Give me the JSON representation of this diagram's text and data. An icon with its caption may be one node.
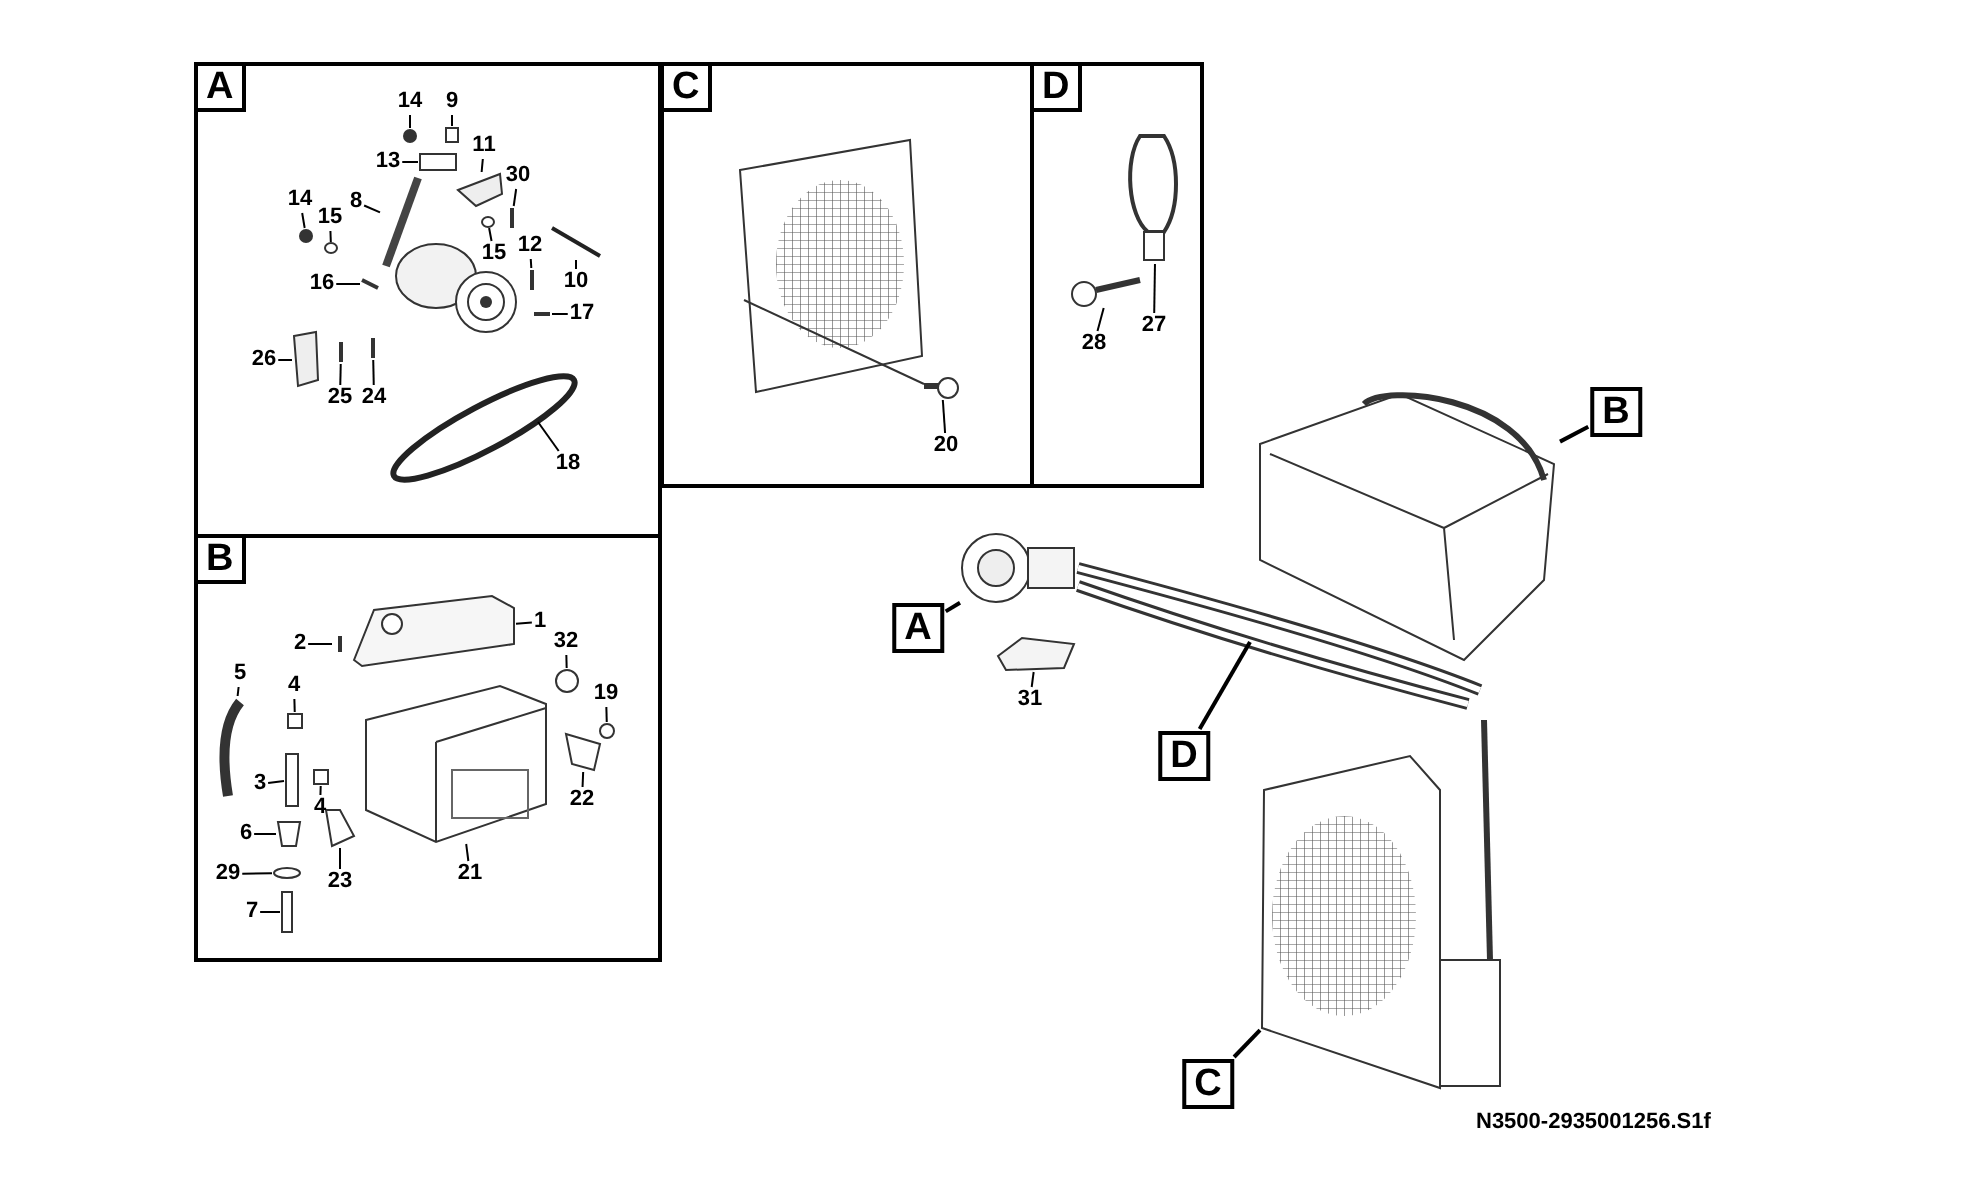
{
  "diagram": {
    "nodes": [
      {
        "text": [],
        "shape": "box"
      },
      {
        "text": [
          "A"
        ],
        "in": 0
      },
      {
        "text": [
          "14"
        ],
        "in": 0
      },
      {
        "text": [],
        "shape": "circle",
        "in": 0
      },
      {
        "text": [
          "9"
        ],
        "in": 0
      },
      {
        "text": [],
        "shape": "box",
        "in": 0
      },
      {
        "text": [
          "13"
        ],
        "in": 0
      },
      {
        "text": [],
        "shape": "box",
        "in": 0
      },
      {
        "text": [
          "11"
        ],
        "in": 0
      },
      {
        "text": [],
        "shape": "picture",
        "in": 0
      },
      {
        "text": [
          "30"
        ],
        "in": 0
      },
      {
        "text": [],
        "shape": "picture",
        "in": 0
      },
      {
        "text": [
          "14"
        ],
        "in": 0
      },
      {
        "text": [],
        "shape": "circle",
        "in": 0
      },
      {
        "text": [
          "8"
        ],
        "in": 0
      },
      {
        "text": [],
        "shape": "picture",
        "in": 0
      },
      {
        "text": [
          "15"
        ],
        "in": 0
      },
      {
        "text": [],
        "shape": "ellipse",
        "in": 0
      },
      {
        "text": [
          "15"
        ],
        "in": 0
      },
      {
        "text": [],
        "shape": "ellipse",
        "in": 0
      },
      {
        "text": [
          "12"
        ],
        "in": 0
      },
      {
        "text": [],
        "shape": "picture",
        "in": 0
      },
      {
        "text": [
          "10"
        ],
        "in": 0
      },
      {
        "text": [],
        "shape": "picture",
        "in": 0
      },
      {
        "text": [
          "16"
        ],
        "in": 0
      },
      {
        "text": [],
        "shape": "picture",
        "in": 0
      },
      {
        "text": [
          "17"
        ],
        "in": 0
      },
      {
        "text": [],
        "shape": "picture",
        "in": 0
      },
      {
        "text": [
          "26"
        ],
        "in": 0
      },
      {
        "text": [],
        "shape": "box",
        "in": 0
      },
      {
        "text": [
          "25"
        ],
        "in": 0
      },
      {
        "text": [],
        "shape": "picture",
        "in": 0
      },
      {
        "text": [
          "24"
        ],
        "in": 0
      },
      {
        "text": [],
        "shape": "picture",
        "in": 0
      },
      {
        "text": [
          "18"
        ],
        "in": 0
      },
      {
        "text": [],
        "shape": "ellipse",
        "in": 0
      },
      {
        "text": [],
        "shape": "box"
      },
      {
        "text": [
          "C"
        ],
        "in": 36
      },
      {
        "text": [
          "20"
        ],
        "in": 36
      },
      {
        "text": [],
        "shape": "circle",
        "in": 36
      },
      {
        "text": [],
        "shape": "box"
      },
      {
        "text": [
          "D"
        ],
        "in": 40
      },
      {
        "text": [
          "28"
        ],
        "in": 40
      },
      {
        "text": [],
        "shape": "picture",
        "in": 40
      },
      {
        "text": [
          "27"
        ],
        "in": 40
      },
      {
        "text": [],
        "shape": "ellipse",
        "in": 40
      },
      {
        "text": [],
        "shape": "box"
      },
      {
        "text": [
          "B"
        ],
        "in": 46
      },
      {
        "text": [
          "2"
        ],
        "in": 46
      },
      {
        "text": [],
        "shape": "picture",
        "in": 46
      },
      {
        "text": [
          "1"
        ],
        "in": 46
      },
      {
        "text": [],
        "shape": "picture",
        "in": 46
      },
      {
        "text": [
          "32"
        ],
        "in": 46
      },
      {
        "text": [],
        "shape": "circle",
        "in": 46
      },
      {
        "text": [
          "5"
        ],
        "in": 46
      },
      {
        "text": [],
        "shape": "picture",
        "in": 46
      },
      {
        "text": [
          "4"
        ],
        "in": 46
      },
      {
        "text": [],
        "shape": "box",
        "in": 46
      },
      {
        "text": [
          "19"
        ],
        "in": 46
      },
      {
        "text": [],
        "shape": "circle",
        "in": 46
      },
      {
        "text": [
          "3"
        ],
        "in": 46
      },
      {
        "text": [],
        "shape": "box",
        "in": 46
      },
      {
        "text": [
          "4"
        ],
        "in": 46
      },
      {
        "text": [],
        "shape": "box",
        "in": 46
      },
      {
        "text": [
          "22"
        ],
        "in": 46
      },
      {
        "text": [],
        "shape": "picture",
        "in": 46
      },
      {
        "text": [
          "6"
        ],
        "in": 46
      },
      {
        "text": [],
        "shape": "box",
        "in": 46
      },
      {
        "text": [
          "29"
        ],
        "in": 46
      },
      {
        "text": [],
        "shape": "ellipse",
        "in": 46
      },
      {
        "text": [
          "23"
        ],
        "in": 46
      },
      {
        "text": [],
        "shape": "picture",
        "in": 46
      },
      {
        "text": [
          "21"
        ],
        "in": 46
      },
      {
        "text": [],
        "shape": "picture",
        "in": 46
      },
      {
        "text": [
          "7"
        ],
        "in": 46
      },
      {
        "text": [],
        "shape": "box",
        "in": 46
      },
      {
        "text": [],
        "shape": "picture"
      },
      {
        "text": [
          "B"
        ]
      },
      {
        "text": [],
        "shape": "picture"
      },
      {
        "text": [
          "A"
        ]
      },
      {
        "text": [],
        "shape": "picture"
      },
      {
        "text": [
          "31"
        ]
      },
      {
        "text": [],
        "shape": "picture"
      },
      {
        "text": [
          "D"
        ]
      },
      {
        "text": [],
        "shape": "picture"
      },
      {
        "text": [
          "C"
        ]
      }
    ],
    "edges": [
      {
        "from": 2,
        "to": 3,
        "arrow": "none"
      },
      {
        "from": 4,
        "to": 5,
        "arrow": "none"
      },
      {
        "from": 6,
        "to": 7,
        "arrow": "none"
      },
      {
        "from": 8,
        "to": 9,
        "arrow": "none"
      },
      {
        "from": 10,
        "to": 11,
        "arrow": "none"
      },
      {
        "from": 12,
        "to": 13,
        "arrow": "none"
      },
      {
        "from": 14,
        "to": 15,
        "arrow": "none"
      },
      {
        "from": 16,
        "to": 17,
        "arrow": "none"
      },
      {
        "from": 18,
        "to": 19,
        "arrow": "none"
      },
      {
        "from": 20,
        "to": 21,
        "arrow": "none"
      },
      {
        "from": 22,
        "to": 23,
        "arrow": "none"
      },
      {
        "from": 24,
        "to": 25,
        "arrow": "none"
      },
      {
        "from": 26,
        "to": 27,
        "arrow": "none"
      },
      {
        "from": 28,
        "to": 29,
        "arrow": "none"
      },
      {
        "from": 30,
        "to": 31,
        "arrow": "none"
      },
      {
        "from": 32,
        "to": 33,
        "arrow": "none"
      },
      {
        "from": 34,
        "to": 35,
        "arrow": "none"
      },
      {
        "from": 38,
        "to": 39,
        "arrow": "none"
      },
      {
        "from": 42,
        "to": 43,
        "arrow": "none"
      },
      {
        "from": 44,
        "to": 45,
        "arrow": "none"
      },
      {
        "from": 48,
        "to": 49,
        "arrow": "none"
      },
      {
        "from": 50,
        "to": 51,
        "arrow": "none"
      },
      {
        "from": 52,
        "to": 53,
        "arrow": "none"
      },
      {
        "from": 54,
        "to": 55,
        "arrow": "none"
      },
      {
        "from": 56,
        "to": 57,
        "arrow": "none"
      },
      {
        "from": 58,
        "to": 59,
        "arrow": "none"
      },
      {
        "from": 60,
        "to": 61,
        "arrow": "none"
      },
      {
        "from": 62,
        "to": 63,
        "arrow": "none"
      },
      {
        "from": 64,
        "to": 65,
        "arrow": "none"
      },
      {
        "from": 66,
        "to": 67,
        "arrow": "none"
      },
      {
        "from": 68,
        "to": 69,
        "arrow": "none"
      },
      {
        "from": 70,
        "to": 71,
        "arrow": "none"
      },
      {
        "from": 72,
        "to": 73,
        "arrow": "none"
      },
      {
        "from": 74,
        "to": 75,
        "arrow": "none"
      },
      {
        "from": 77,
        "to": 76,
        "arrow": "none"
      },
      {
        "from": 79,
        "to": 78,
        "arrow": "none"
      },
      {
        "from": 81,
        "to": 80,
        "arrow": "none"
      },
      {
        "from": 83,
        "to": 82,
        "arrow": "none"
      },
      {
        "from": 85,
        "to": 84,
        "arrow": "none"
      }
    ],
    "labels": [
      "N3500-2935001256.S1f"
    ]
  }
}
